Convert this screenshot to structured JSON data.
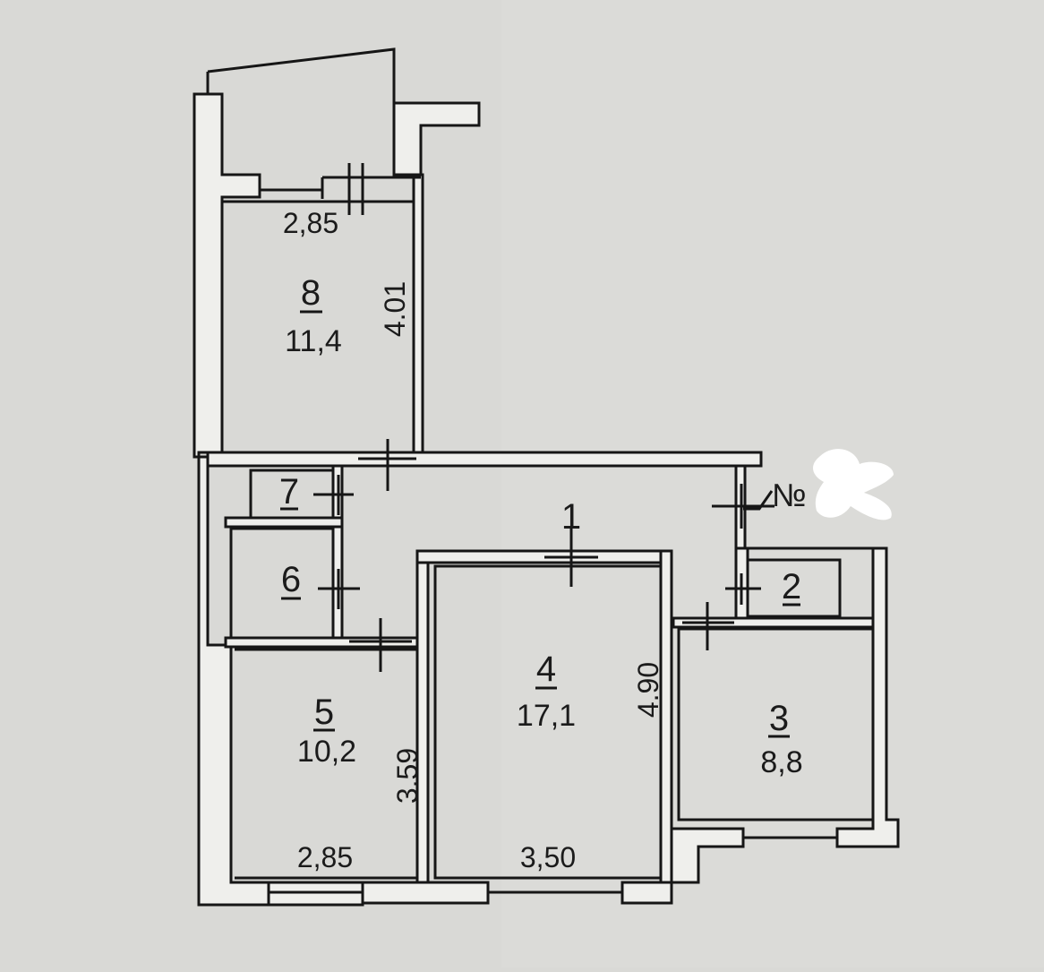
{
  "plan": {
    "rooms": [
      {
        "id": "1",
        "number": "1",
        "area": ""
      },
      {
        "id": "2",
        "number": "2",
        "area": ""
      },
      {
        "id": "3",
        "number": "3",
        "area": "8,8"
      },
      {
        "id": "4",
        "number": "4",
        "area": "17,1"
      },
      {
        "id": "5",
        "number": "5",
        "area": "10,2"
      },
      {
        "id": "6",
        "number": "6",
        "area": ""
      },
      {
        "id": "7",
        "number": "7",
        "area": ""
      },
      {
        "id": "8",
        "number": "8",
        "area": "11,4"
      }
    ],
    "dimensions": {
      "room8_width": "2,85",
      "room8_length": "4.01",
      "room5_length": "3.59",
      "room5_width": "2,85",
      "room4_length": "4.90",
      "room4_width": "3,50"
    },
    "apartment_label": "№"
  },
  "colors": {
    "paper": "#d9d9d6",
    "ink": "#161616",
    "redaction": "#ffffff"
  }
}
